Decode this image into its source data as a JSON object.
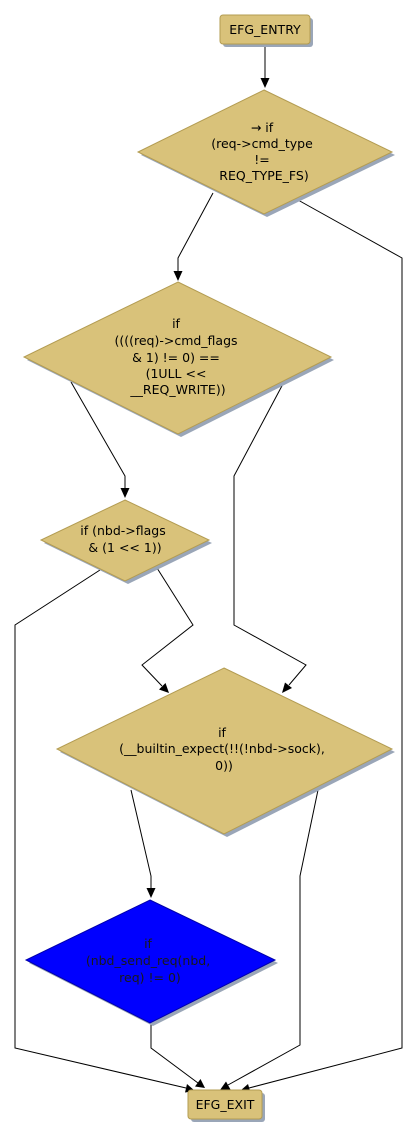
{
  "colors": {
    "node_fill": "#d9c27a",
    "node_stroke": "#b39c52",
    "shadow": "#9aa6b8",
    "selected_fill": "#0000ff",
    "edge": "#000000",
    "background": "#ffffff"
  },
  "nodes": {
    "entry": {
      "lines": [
        "EFG_ENTRY"
      ]
    },
    "cond_cmd_type": {
      "lines": [
        "→ if",
        "(req->cmd_type",
        "!=",
        "REQ_TYPE_FS)"
      ]
    },
    "cond_cmd_flags": {
      "lines": [
        "if",
        "((((req)->cmd_flags",
        "& 1) != 0) ==",
        "(1ULL <<",
        "__REQ_WRITE))"
      ]
    },
    "cond_nbd_flags": {
      "lines": [
        "if (nbd->flags",
        "& (1 << 1))"
      ]
    },
    "cond_sock": {
      "lines": [
        "if",
        "(__builtin_expect(!!(!nbd->sock),",
        "0))"
      ]
    },
    "cond_send_req": {
      "lines": [
        "if",
        "(nbd_send_req(nbd,",
        "req) != 0)"
      ]
    },
    "exit": {
      "lines": [
        "EFG_EXIT"
      ]
    }
  }
}
